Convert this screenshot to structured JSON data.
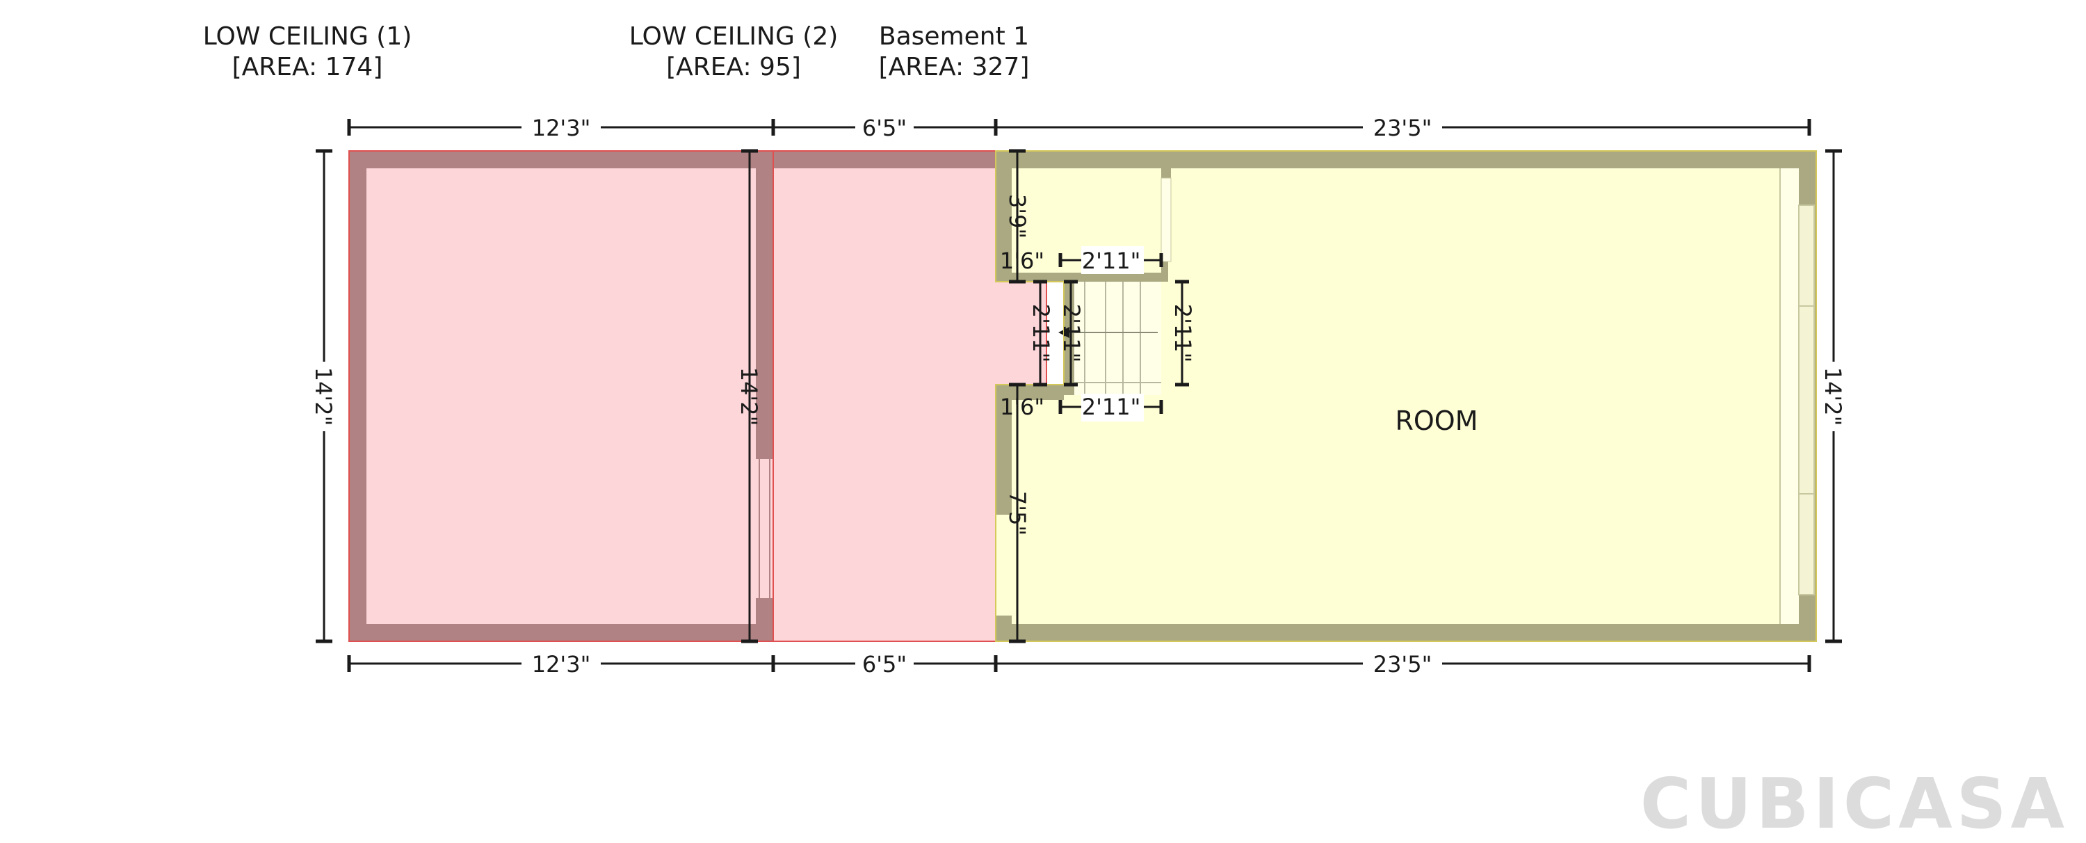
{
  "areas": [
    {
      "name": "LOW CEILING (1)",
      "area": "[AREA: 174]"
    },
    {
      "name": "LOW CEILING (2)",
      "area": "[AREA: 95]"
    },
    {
      "name": "Basement 1",
      "area": "[AREA: 327]"
    }
  ],
  "room_label": "ROOM",
  "dimensions": {
    "top_low1": "12'3\"",
    "top_low2": "6'5\"",
    "top_room": "23'5\"",
    "bottom_low1": "12'3\"",
    "bottom_low2": "6'5\"",
    "bottom_room": "23'5\"",
    "left_height": "14'2\"",
    "right_height": "14'2\"",
    "inner_height": "14'2\"",
    "recess_top_depth": "3'9\"",
    "recess_bottom_depth": "7'5\"",
    "notch_top_width": "1'6\"",
    "notch_bottom_width": "1'6\"",
    "stair_top_width": "2'11\"",
    "stair_bottom_width": "2'11\"",
    "notch_height": "2'11\"",
    "stair_left_height": "2'11\"",
    "stair_right_height": "2'11\""
  },
  "brand": "CUBICASA",
  "colors": {
    "low_ceiling_fill": "#fdd6da",
    "low_ceiling_wall": "#b08284",
    "low_ceiling_outline": "#e05050",
    "room_fill": "#ffffd6",
    "room_wall": "#aaa982",
    "room_outline": "#d4c85a",
    "stair_line": "#b8b8a0"
  }
}
